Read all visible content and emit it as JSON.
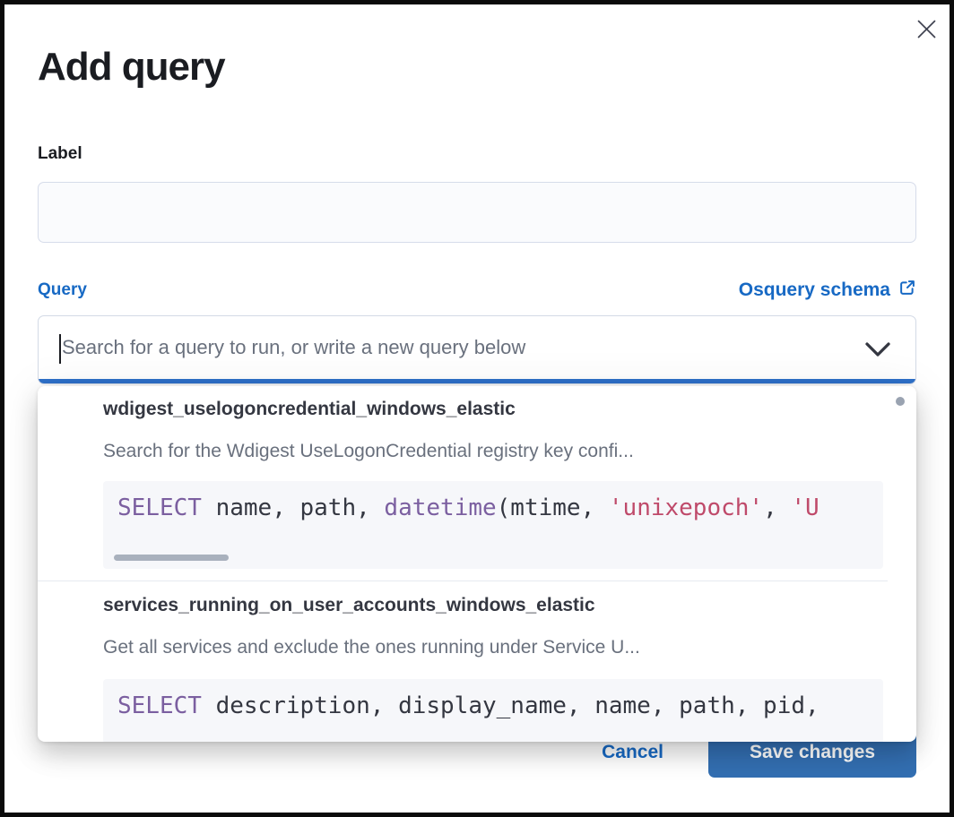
{
  "modal": {
    "title": "Add query",
    "label_field": {
      "label": "Label",
      "value": ""
    },
    "query_field": {
      "label": "Query",
      "schema_link_label": "Osquery schema",
      "placeholder": "Search for a query to run, or write a new query below"
    },
    "footer": {
      "cancel_label": "Cancel",
      "save_label": "Save changes"
    }
  },
  "dropdown": {
    "options": [
      {
        "title": "wdigest_uselogoncredential_windows_elastic",
        "description": "Search for the Wdigest UseLogonCredential registry key confi...",
        "code": [
          {
            "text": "SELECT",
            "type": "keyword"
          },
          {
            "text": " name, path, ",
            "type": "plain"
          },
          {
            "text": "datetime",
            "type": "keyword"
          },
          {
            "text": "(mtime, ",
            "type": "plain"
          },
          {
            "text": "'unixepoch'",
            "type": "string"
          },
          {
            "text": ", ",
            "type": "plain"
          },
          {
            "text": "'U",
            "type": "string"
          }
        ]
      },
      {
        "title": "services_running_on_user_accounts_windows_elastic",
        "description": "Get all services and exclude the ones running under Service U...",
        "code": [
          {
            "text": "SELECT",
            "type": "keyword"
          },
          {
            "text": " description, display_name, name, path, pid,",
            "type": "plain"
          }
        ]
      }
    ]
  },
  "icons": {
    "close": "close-icon",
    "external_link": "external-link-icon",
    "chevron_down": "chevron-down-icon"
  },
  "colors": {
    "accent_blue": "#1769c4",
    "focus_bar_blue": "#2e70c9",
    "save_button_blue": "#336fb2",
    "code_keyword_purple": "#7b5fa0",
    "code_string_rose": "#bf4a6a",
    "code_plain": "#343741",
    "text_primary": "#1a1c21",
    "text_muted": "#69707d",
    "code_background": "#f6f7fa",
    "scrollbar_gray": "#a9b1bd"
  }
}
